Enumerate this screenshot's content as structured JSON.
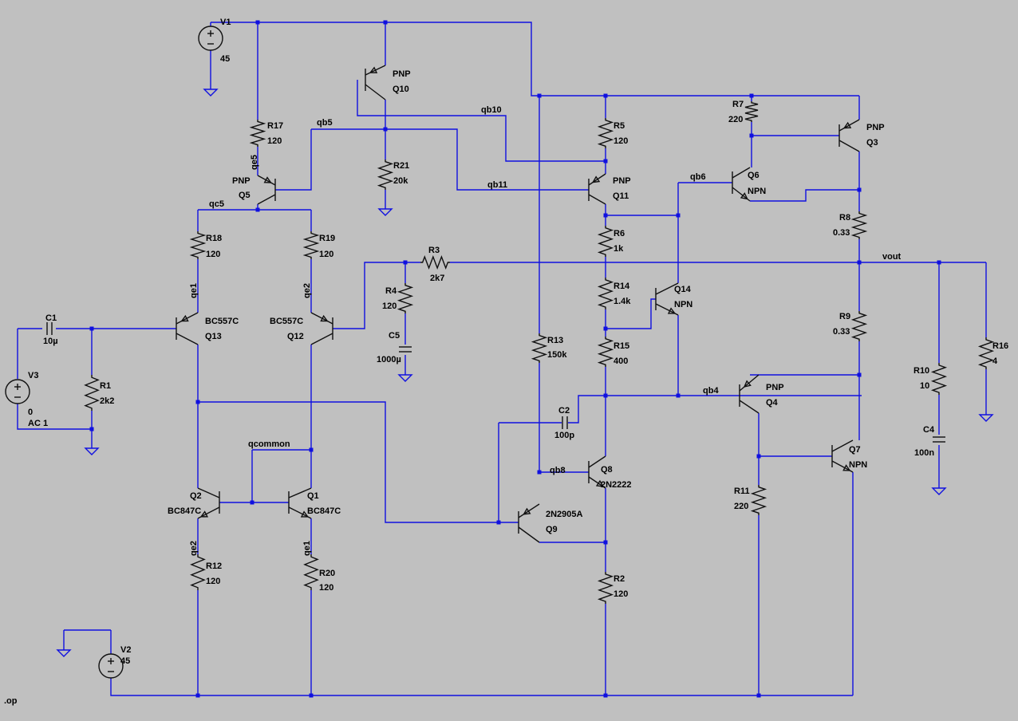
{
  "directive": ".op",
  "nets": {
    "qe5": "qe5",
    "qb5": "qb5",
    "qb10": "qb10",
    "qc5": "qc5",
    "qb11": "qb11",
    "qb6": "qb6",
    "qe1a": "qe1",
    "qe2a": "qe2",
    "qe2b": "qe2",
    "qe1b": "qe1",
    "qcommon": "qcommon",
    "qb8": "qb8",
    "qb4": "qb4",
    "vout": "vout"
  },
  "components": {
    "V1": {
      "name": "V1",
      "value": "45"
    },
    "V2": {
      "name": "V2",
      "value": "45"
    },
    "V3": {
      "name": "V3",
      "value": "0",
      "ac": "AC 1"
    },
    "C1": {
      "name": "C1",
      "value": "10µ"
    },
    "C2": {
      "name": "C2",
      "value": "100p"
    },
    "C4": {
      "name": "C4",
      "value": "100n"
    },
    "C5": {
      "name": "C5",
      "value": "1000µ"
    },
    "R1": {
      "name": "R1",
      "value": "2k2"
    },
    "R2": {
      "name": "R2",
      "value": "120"
    },
    "R3": {
      "name": "R3",
      "value": "2k7"
    },
    "R4": {
      "name": "R4",
      "value": "120"
    },
    "R5": {
      "name": "R5",
      "value": "120"
    },
    "R6": {
      "name": "R6",
      "value": "1k"
    },
    "R7": {
      "name": "R7",
      "value": "220"
    },
    "R8": {
      "name": "R8",
      "value": "0.33"
    },
    "R9": {
      "name": "R9",
      "value": "0.33"
    },
    "R10": {
      "name": "R10",
      "value": "10"
    },
    "R11": {
      "name": "R11",
      "value": "220"
    },
    "R12": {
      "name": "R12",
      "value": "120"
    },
    "R13": {
      "name": "R13",
      "value": "150k"
    },
    "R14": {
      "name": "R14",
      "value": "1.4k"
    },
    "R15": {
      "name": "R15",
      "value": "400"
    },
    "R16": {
      "name": "R16",
      "value": "4"
    },
    "R17": {
      "name": "R17",
      "value": "120"
    },
    "R18": {
      "name": "R18",
      "value": "120"
    },
    "R19": {
      "name": "R19",
      "value": "120"
    },
    "R20": {
      "name": "R20",
      "value": "120"
    },
    "R21": {
      "name": "R21",
      "value": "20k"
    },
    "Q1": {
      "name": "Q1",
      "model": "BC847C"
    },
    "Q2": {
      "name": "Q2",
      "model": "BC847C"
    },
    "Q3": {
      "name": "Q3",
      "model": "PNP"
    },
    "Q4": {
      "name": "Q4",
      "model": "PNP"
    },
    "Q5": {
      "name": "Q5",
      "model": "PNP"
    },
    "Q6": {
      "name": "Q6",
      "model": "NPN"
    },
    "Q7": {
      "name": "Q7",
      "model": "NPN"
    },
    "Q8": {
      "name": "Q8",
      "model": "2N2222"
    },
    "Q9": {
      "name": "Q9",
      "model": "2N2905A"
    },
    "Q10": {
      "name": "Q10",
      "model": "PNP"
    },
    "Q11": {
      "name": "Q11",
      "model": "PNP"
    },
    "Q12": {
      "name": "Q12",
      "model": "BC557C"
    },
    "Q13": {
      "name": "Q13",
      "model": "BC557C"
    },
    "Q14": {
      "name": "Q14",
      "model": "NPN"
    }
  },
  "colors": {
    "wire": "#1010e0",
    "component": "#101010",
    "background": "#c0c0c0"
  }
}
